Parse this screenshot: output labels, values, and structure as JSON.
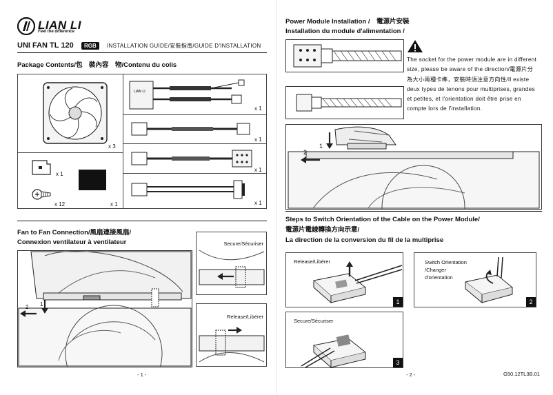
{
  "brand": {
    "name": "LIAN LI",
    "tagline": "Feel the difference"
  },
  "header": {
    "product": "UNI FAN TL 120",
    "badge": "RGB",
    "install_guide": "INSTALLATION GUIDE/安裝指南/GUIDE D'INSTALLATION"
  },
  "package": {
    "title": "Package Contents/包　裝內容　物/Contenu du colis",
    "quantities": {
      "fan": "x 3",
      "bracket": "x 1",
      "screw": "x 12",
      "pad": "x 1",
      "cable_power_module": "x 1",
      "cable_fan": "x 1",
      "cable_argb": "x 1",
      "cable_sata": "x 1"
    }
  },
  "fan_to_fan": {
    "title_line1": "Fan to Fan Connection/風扇連接風扇/",
    "title_line2": "Connexion ventilateur à ventilateur",
    "secure": "Secure/Sécuriser",
    "release": "Release/Libérer",
    "steps": [
      "1",
      "2"
    ]
  },
  "power_module": {
    "title_line1": "Power Module Installation /　電源片安裝",
    "title_line2": "Installation du module d'alimentation /",
    "warning_text": "The socket for the power module are in different size, please be aware of the direction/電源片分為大小兩種卡榫，安裝時須注意方向性/Il existe deux types de tenons pour multiprises, grandes et petites, et l'orientation doit être prise en compte lors de l'installation.",
    "steps": [
      "1",
      "2"
    ]
  },
  "switch_orientation": {
    "title_line1": "Steps to Switch Orientation of the Cable on the Power Module/",
    "title_line2": "電源片電線轉換方向示意/",
    "title_line3": "La direction de la conversion du fil de la multiprise",
    "release": "Release/Libérer",
    "switch": "Switch Orientation\n/Changer\nd'orientation",
    "secure": "Secure/Sécuriser",
    "steps": [
      "1",
      "2",
      "3"
    ]
  },
  "footer": {
    "page_left": "- 1 -",
    "page_right": "- 2 -",
    "code": "G50.12TL3B.01"
  }
}
